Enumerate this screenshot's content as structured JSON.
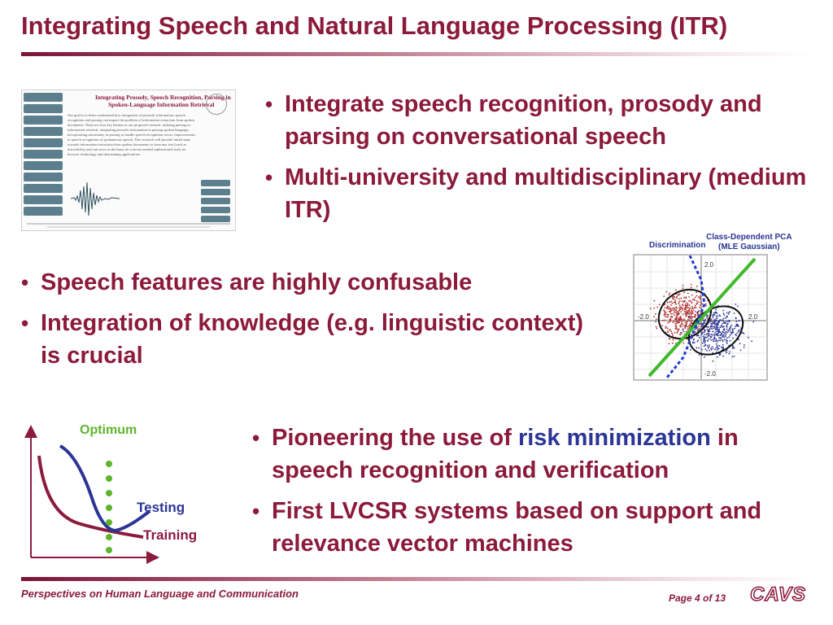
{
  "slide": {
    "title": "Integrating Speech and Natural Language Processing (ITR)"
  },
  "thumbnail": {
    "title_line1": "Integrating Prosody, Speech Recognition, Parsing in",
    "title_line2": "Spoken-Language Information Retrieval",
    "body": "Our goal is to better understand how integration of prosodic information, speech recognition and parsing can impact the problem of information extraction from spoken documents. There are four key themes to our proposed research: utilizing parsing in information retrieval, integrating prosodic information in parsing spoken language, incorporating uncertainty in parsing to handle speech recognition errors, improvements to speech recognition of spontaneous speech. This research will provide initial steps towards information extraction from spoken documents or from any text (such as microfiche), and can serve as the basis for a newly needed sophisticated tools for browser technology and data mining applications."
  },
  "bullets_top": [
    "Integrate speech recognition, prosody and parsing on conversational speech",
    "Multi-university and multidisciplinary (medium ITR)"
  ],
  "bullets_middle": [
    "Speech features are highly confusable",
    "Integration of knowledge (e.g. linguistic context) is crucial"
  ],
  "bullets_bottom": {
    "item1_pre": "Pioneering the use of ",
    "item1_highlight": "risk minimization",
    "item1_post": " in speech recognition and verification",
    "item2": "First LVCSR systems based on support and relevance vector machines"
  },
  "pca_figure": {
    "discrimination_label": "Discrimination",
    "pca_label_line1": "Class-Dependent PCA",
    "pca_label_line2": "(MLE Gaussian)",
    "tick_top": "2.0",
    "tick_bottom": "-2.0",
    "tick_left": "-2.0",
    "tick_right": "2.0"
  },
  "risk_figure": {
    "optimum_label": "Optimum",
    "testing_label": "Testing",
    "training_label": "Training"
  },
  "footer": {
    "left_text": "Perspectives on Human Language and Communication",
    "page": "Page 4 of 13",
    "logo": "CAVS"
  },
  "colors": {
    "title": "#8b1a3c",
    "highlight": "#2b3595",
    "optimum": "#5db52a",
    "testing_curve": "#2b3595",
    "training_curve": "#8b1a3c"
  }
}
